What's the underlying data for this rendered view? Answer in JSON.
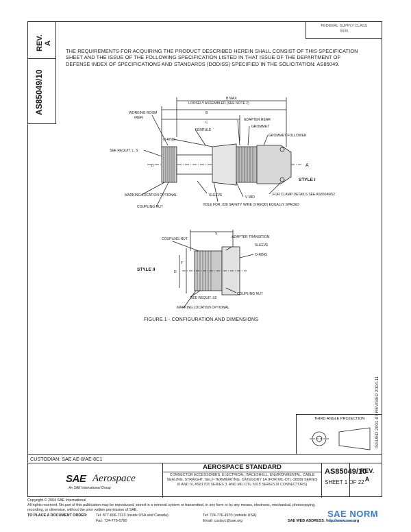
{
  "header": {
    "rev_label": "REV.",
    "rev_value": "A",
    "doc_number_vertical": "AS85049/10",
    "federal_code": "FEDERAL SUPPLY CLASS",
    "federal_code_value": "5935"
  },
  "requirements_text": "THE REQUIREMENTS FOR ACQUIRING THE PRODUCT DESCRIBED HEREIN SHALL CONSIST OF THIS SPECIFICATION SHEET AND THE ISSUE OF THE FOLLOWING SPECIFICATION LISTED IN THAT ISSUE OF THE DEPARTMENT OF DEFENSE INDEX OF SPECIFICATIONS AND STANDARDS (DODISS) SPECIFIED IN THE SOLICITATION: AS85049.",
  "figure": {
    "caption": "FIGURE 1 - CONFIGURATION AND DIMENSIONS",
    "style1": {
      "label": "STYLE I",
      "labels": {
        "bmax": "B MAX",
        "loosely": "LOOSELY ASSEMBLED (SEE NOTE 2)",
        "b": "B",
        "c": "C",
        "working_room": "WORKING ROOM",
        "ref": "(REF)",
        "adapter_rear": "ADAPTER REAR",
        "grommet": "GROMMET",
        "ferrule": "FERRULE",
        "oring1": "O-RING",
        "grommet_follower": "GROMMET FOLLOWER",
        "see_req": "SEE REQUIT. L, S",
        "a": "A",
        "d": "D",
        "marking": "MARKING LOCATION OPTIONAL",
        "sleeve": "SLEEVE",
        "vmid": "V MID",
        "clamp": "FOR CLAMP DETAILS SEE AS85049/52",
        "coupling_nut": "COUPLING NUT",
        "hole": "HOLE FOR .030 SAFETY WIRE (3 REQD) EQUALLY SPACED"
      }
    },
    "style2": {
      "label": "STYLE II",
      "labels": {
        "coupling_nut": "COUPLING NUT",
        "s": "S",
        "adapter_transition": "ADAPTER TRANSITION",
        "sleeve": "SLEEVE",
        "oring": "O-RING",
        "f": "F",
        "d": "D",
        "see_req": "SEE REQUIT. LE",
        "marking": "MARKING LOCATION OPTIONAL",
        "coupling_nut2": "COUPLING NUT"
      }
    }
  },
  "side_stamp": "ISSUED 2001-07   REVISED 2004-11",
  "third_angle": "THIRD ANGLE PROJECTION",
  "custodian": "CUSTODIAN: SAE AE-8/AE-8C1",
  "title_block": {
    "sae": "SAE",
    "aerospace": "Aerospace",
    "tagline": "An SAE International Group",
    "standard_title": "AEROSPACE STANDARD",
    "subtitle": "CONNECTOR ACCESSORIES, ELECTRICAL, BACKSHELL, ENVIRONMENTAL, CABLE SEALING, STRAIGHT, SELF-TERMINATING, CATEGORY 1A (FOR MIL-DTL-38999 SERIES III AND IV, AS81703 SERIES 3, AND MIL-DTL-5015 SERIES III CONNECTORS)",
    "doc_number": "AS85049/10",
    "sheet": "SHEET 1 OF 22",
    "rev_label": "REV.",
    "rev_value": "A"
  },
  "footer": {
    "copyright": "Copyright © 2004 SAE International",
    "rights": "All rights reserved. No part of this publication may be reproduced, stored in a retrieval system or transmitted, in any form or by any means, electronic, mechanical, photocopying,",
    "rights2": "recording, or otherwise, without the prior written permission of SAE.",
    "to_place": "TO PLACE A DOCUMENT ORDER:",
    "tel1": "Tel: 877-606-7323 (inside USA and Canada)",
    "tel2": "Tel: 724-776-4970 (outside USA)",
    "fax": "Fax: 724-776-0790",
    "email": "Email: custsvc@sae.org",
    "web": "SAE WEB ADDRESS: http://www.sae.org"
  },
  "watermark": {
    "brand": "SAE NORM",
    "sub": "www.sae-norm.org"
  }
}
